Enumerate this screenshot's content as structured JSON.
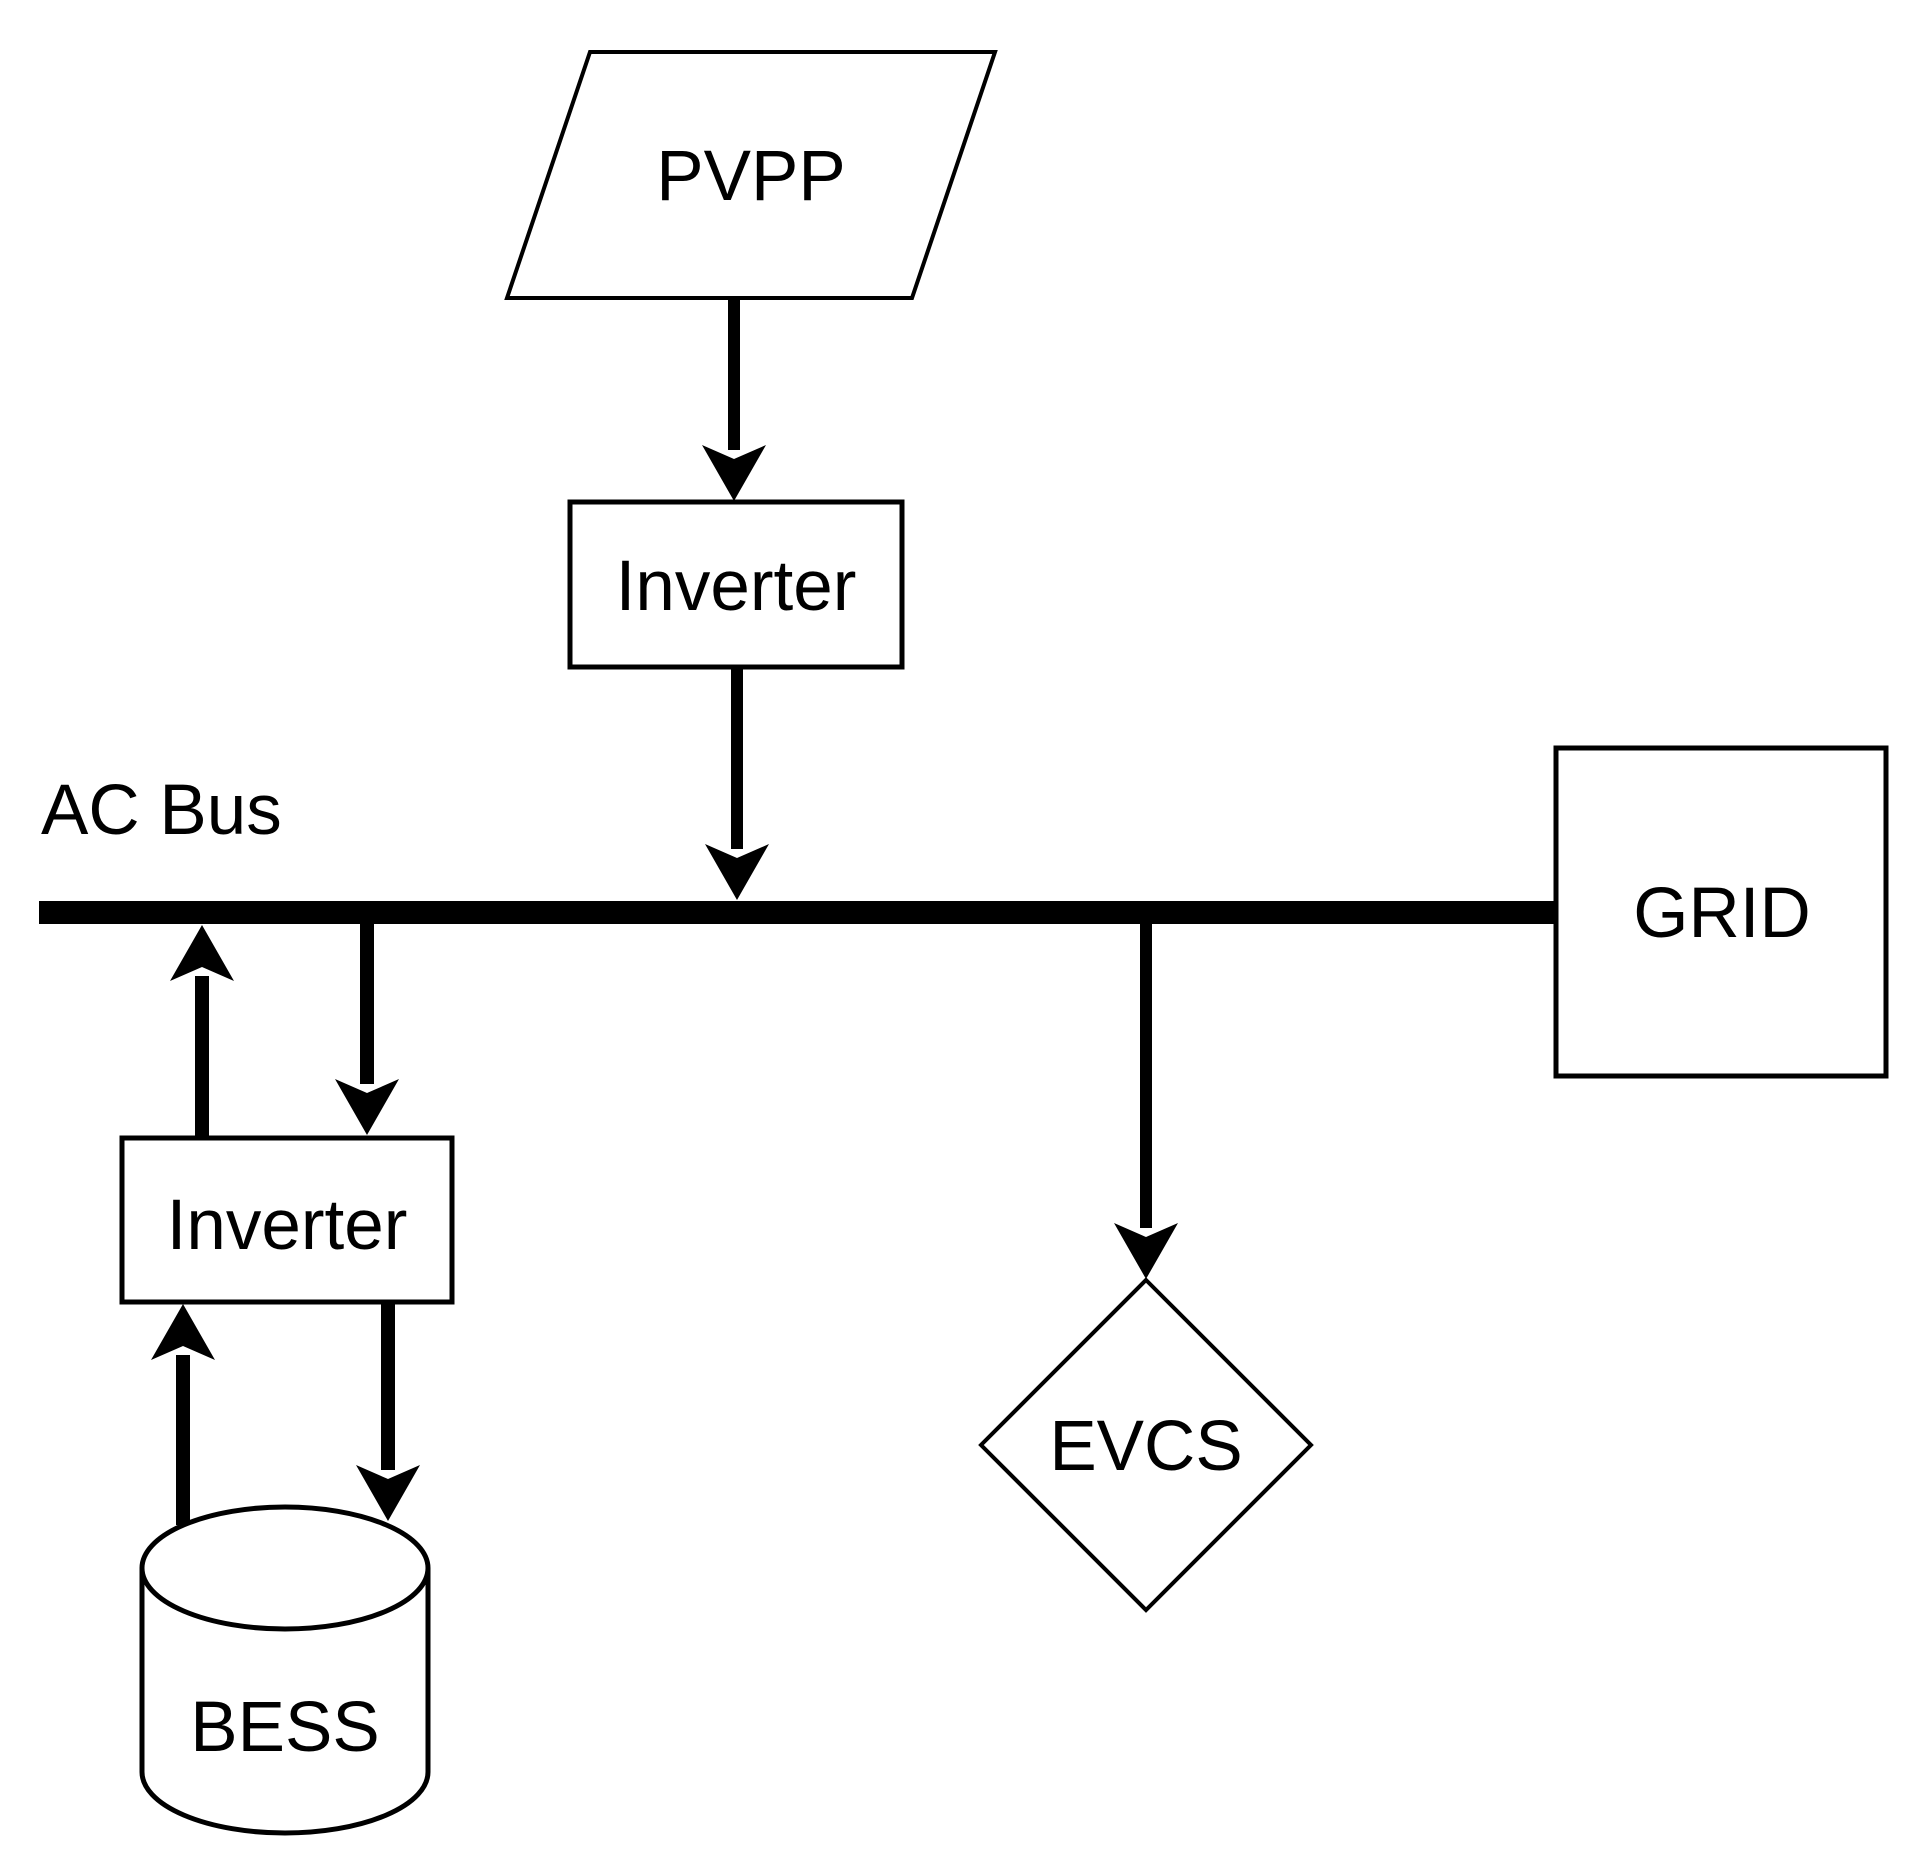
{
  "diagram": {
    "type": "power-system-block-diagram",
    "background": "#ffffff",
    "ink": "#000000",
    "nodes": {
      "pvpp": {
        "label": "PVPP",
        "shape": "parallelogram"
      },
      "pv_inverter": {
        "label": "Inverter",
        "shape": "rectangle"
      },
      "ac_bus": {
        "label": "AC Bus",
        "shape": "busbar"
      },
      "grid": {
        "label": "GRID",
        "shape": "rectangle"
      },
      "evcs": {
        "label": "EVCS",
        "shape": "diamond"
      },
      "battery_inverter": {
        "label": "Inverter",
        "shape": "rectangle"
      },
      "bess": {
        "label": "BESS",
        "shape": "cylinder"
      }
    },
    "edges": [
      {
        "from": "pvpp",
        "to": "pv_inverter",
        "direction": "down"
      },
      {
        "from": "pv_inverter",
        "to": "ac_bus",
        "direction": "down"
      },
      {
        "from": "ac_bus",
        "to": "evcs",
        "direction": "down"
      },
      {
        "from": "battery_inverter",
        "to": "ac_bus",
        "direction": "up"
      },
      {
        "from": "ac_bus",
        "to": "battery_inverter",
        "direction": "down"
      },
      {
        "from": "bess",
        "to": "battery_inverter",
        "direction": "up"
      },
      {
        "from": "battery_inverter",
        "to": "bess",
        "direction": "down"
      }
    ]
  }
}
